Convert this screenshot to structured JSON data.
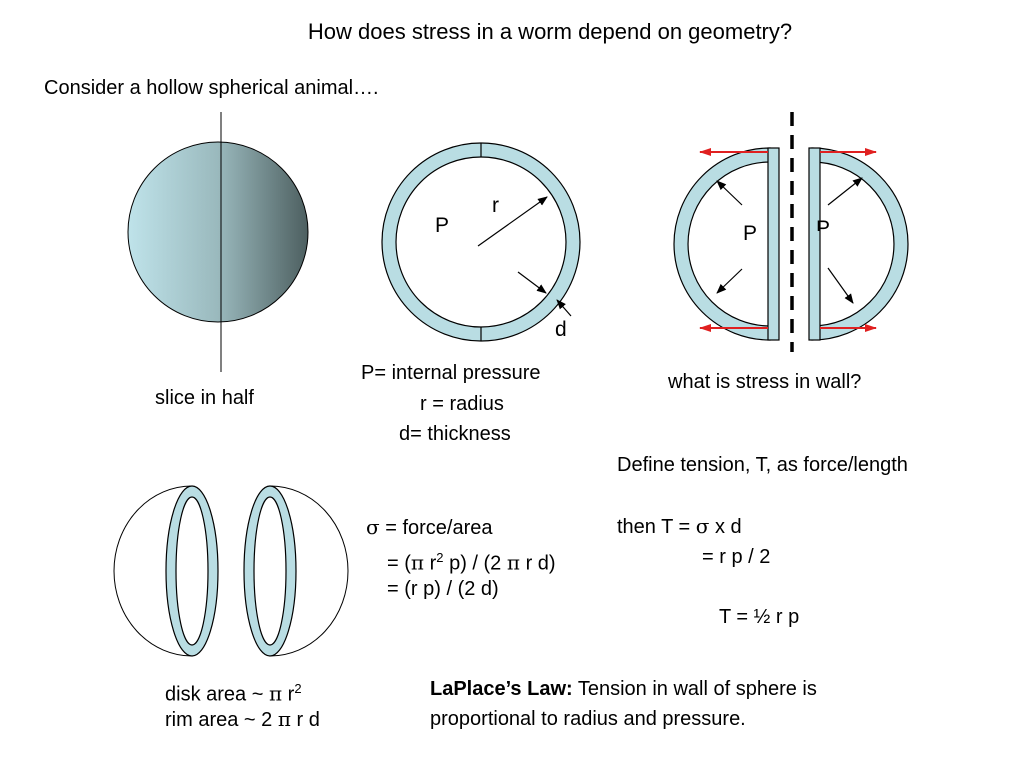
{
  "title": "How does stress in a worm depend on geometry?",
  "intro": "Consider a hollow spherical animal….",
  "colors": {
    "wall_fill": "#b9dde3",
    "sphere_light": "#bfe3ea",
    "sphere_dark": "#4d5f60",
    "arrow_red": "#e02020",
    "stroke": "#000000"
  },
  "sphere_caption": "slice in half",
  "ring_labels": {
    "pressure": "P",
    "radius": "r",
    "thickness": "d"
  },
  "definitions": [
    "P= internal pressure",
    "r = radius",
    "d= thickness"
  ],
  "halves_labels": {
    "left_pressure": "P",
    "right_pressure": "P"
  },
  "halves_caption": "what is stress in wall?",
  "tension_def": "Define tension, T, as force/length",
  "tension_eq": {
    "line1_prefix": "then T = ",
    "sigma": "σ",
    "line1_suffix": " x d",
    "line2": "= r p / 2",
    "line3": "T = ½ r p"
  },
  "stress_eq": {
    "sigma": "σ",
    "line1": " = force/area",
    "line2_a": "= (",
    "pi": "π",
    "line2_b": " r",
    "sup2": "2",
    "line2_c": " p) / (2 ",
    "line2_d": " r d)",
    "line3": "= (r p) / (2 d)"
  },
  "areas": {
    "disk_prefix": "disk area ~ ",
    "disk_suffix": " r",
    "rim_prefix": "rim area ~ 2 ",
    "rim_suffix": " r d"
  },
  "law": {
    "name": "LaPlace’s Law:",
    "text_line1": " Tension in wall of sphere is",
    "text_line2": "proportional to radius and pressure."
  }
}
